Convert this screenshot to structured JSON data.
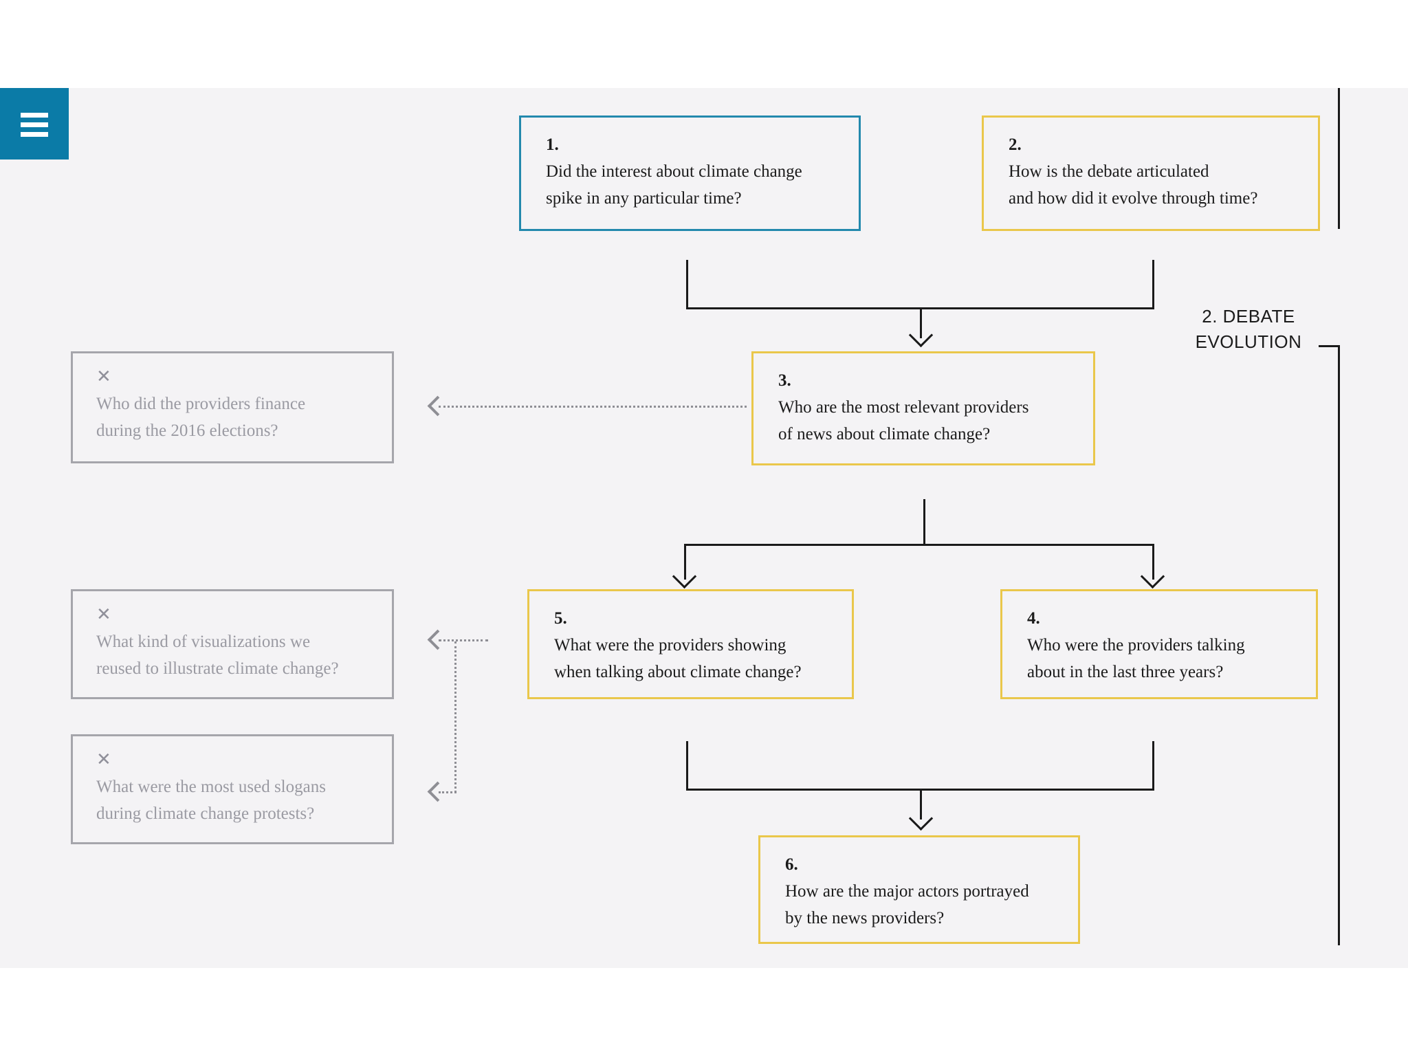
{
  "app": {
    "menu_button": {
      "icon": "hamburger-icon"
    }
  },
  "section_label": {
    "text": "2. DEBATE\nEVOLUTION"
  },
  "questions": [
    {
      "number": "1.",
      "text": "Did the interest about climate change\nspike in any particular time?",
      "highlight": "teal"
    },
    {
      "number": "2.",
      "text": "How is the debate articulated\nand how did it evolve through time?",
      "highlight": "yellow"
    },
    {
      "number": "3.",
      "text": "Who are the most relevant providers\nof news about climate change?",
      "highlight": "yellow"
    },
    {
      "number": "4.",
      "text": "Who were the providers talking\nabout in the last three years?",
      "highlight": "yellow"
    },
    {
      "number": "5.",
      "text": "What were the providers showing\nwhen talking about climate change?",
      "highlight": "yellow"
    },
    {
      "number": "6.",
      "text": "How are the major actors portrayed\nby the news providers?",
      "highlight": "yellow"
    }
  ],
  "discarded_questions": [
    {
      "icon": "x-icon",
      "icon_glyph": "✕",
      "text": "Who did the providers finance\nduring the 2016 elections?"
    },
    {
      "icon": "x-icon",
      "icon_glyph": "✕",
      "text": "What kind of visualizations we\nreused to illustrate climate change?"
    },
    {
      "icon": "x-icon",
      "icon_glyph": "✕",
      "text": "What were the most used slogans\nduring climate change protests?"
    }
  ],
  "colors": {
    "menu_teal": "#0b7ba7",
    "teal_border": "#2389ad",
    "yellow_border": "#eac74b",
    "gray_muted": "#9a9aa2",
    "line_black": "#1a1a1a",
    "canvas_bg": "#f4f3f5"
  }
}
